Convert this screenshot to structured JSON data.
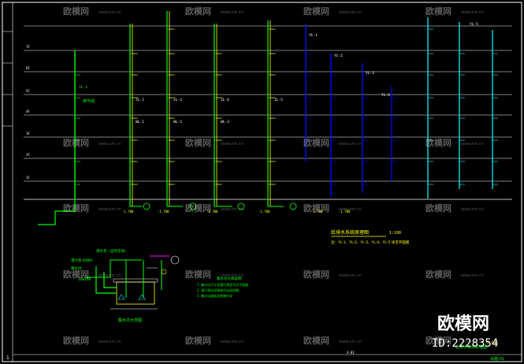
{
  "drawing": {
    "system_title": "给排水系统原理图",
    "system_scale": "1:100",
    "system_note": "注：YL-1、YL-2、YL-3、YL-4、YL-5 详见平面图",
    "sump_detail_title": "集水坑大样图",
    "sump_labels": [
      "潜水泵（自带浮球）",
      "潜污泵 DN80",
      "集水坑",
      "DN100"
    ],
    "sump_notes_title": "集水坑大样说明",
    "sump_notes": [
      "1. 集水坑尺寸及潜污泵型号见平面图",
      "2. 潜污泵由浮球液位自动控制",
      "3. 集水坑盖板及爬梯另详"
    ],
    "drawing_name": "给排水系统原理图",
    "page_number": "1",
    "sheet_number": "水施-01",
    "sheet_scale": "1:100",
    "sheet_code": "4-01",
    "floor_levels": [
      "7F",
      "6F",
      "5F",
      "4F",
      "3F",
      "2F",
      "1F"
    ],
    "riser_tags": [
      "JL-1",
      "JL-2",
      "JL-3",
      "JL-4",
      "JL-5",
      "WL-1",
      "WL-2",
      "WL-3",
      "YL-1",
      "YL-2",
      "YL-3",
      "YL-4",
      "YL-5"
    ],
    "pipe_note": "排气阀",
    "base_tags": [
      "-1.700",
      "-1.700",
      "-1.700",
      "-1.700",
      "-1.700",
      "-1.700"
    ]
  },
  "watermark": {
    "brand": "欧模网",
    "site": "www.om.cn",
    "id_label": "ID:2228354"
  },
  "colors": {
    "background": "#000000",
    "frame": "#ffffff",
    "floor_line": "#ffffff",
    "water_supply": "#00ff00",
    "yellow_pipe": "#ffff00",
    "blue_pipe": "#0000ff",
    "cyan_pipe": "#00ffff",
    "magenta": "#ff00ff",
    "text_green": "#00ff00",
    "text_yellow": "#ffff00",
    "text_white": "#ffffff"
  }
}
